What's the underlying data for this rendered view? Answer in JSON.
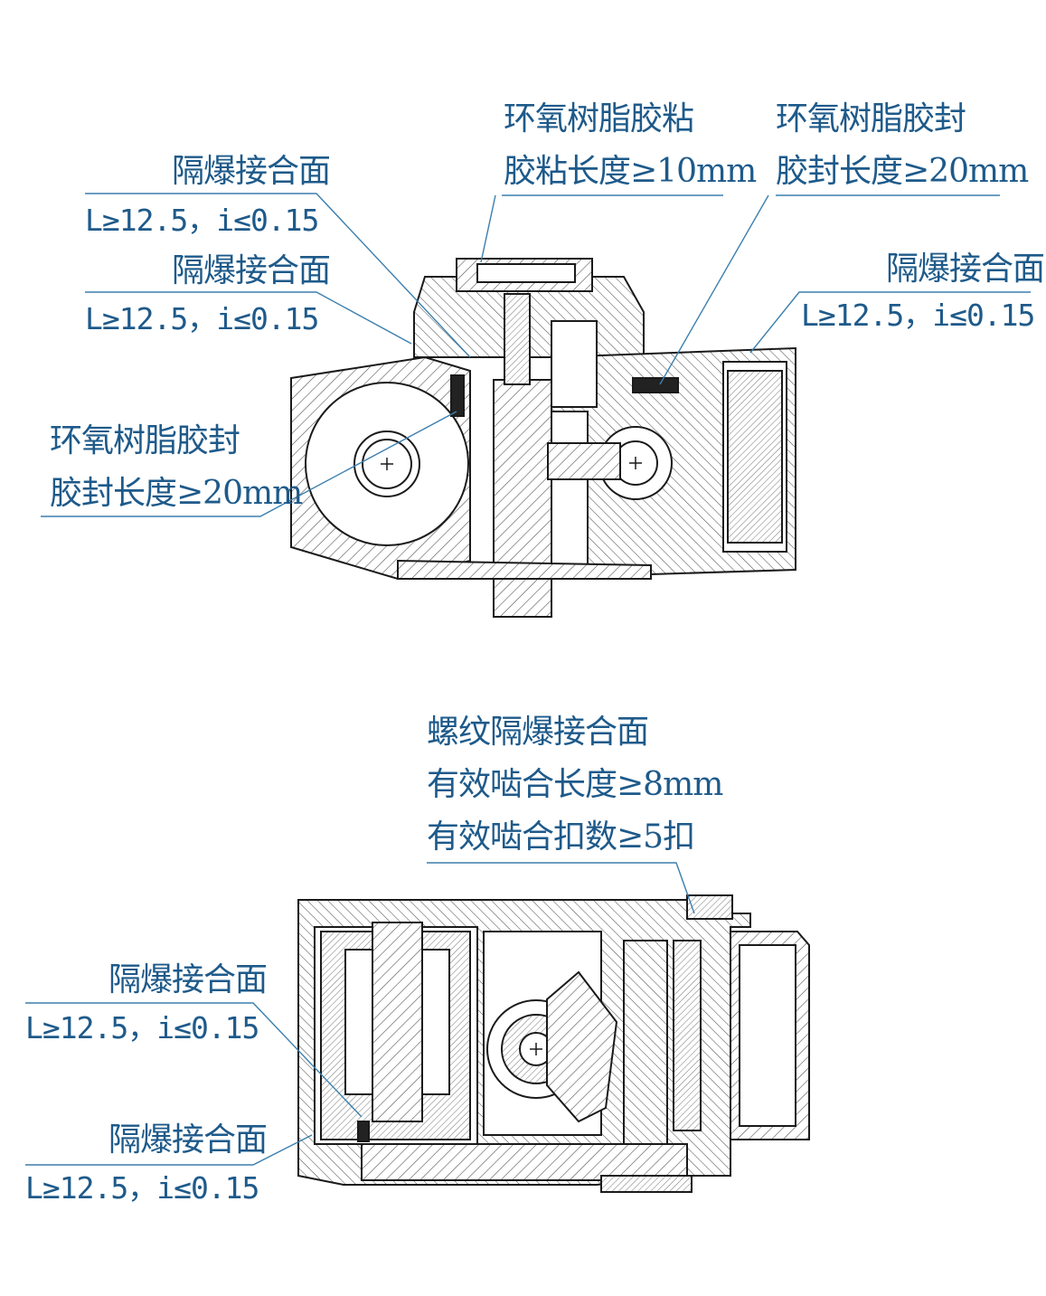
{
  "colors": {
    "label": "#1e5a8a",
    "leader": "#3b7fae",
    "drawing": "#1a1a1a",
    "hatch": "#555555",
    "dark_part": "#222222"
  },
  "top_view": {
    "labels": {
      "epoxy_bond_title": "环氧树脂胶粘",
      "epoxy_bond_len": "胶粘长度≥10mm",
      "epoxy_seal_title_right": "环氧树脂胶封",
      "epoxy_seal_len_right": "胶封长度≥20mm",
      "flame_joint_1_title": "隔爆接合面",
      "flame_joint_1_spec": "L≥12.5，i≤0.15",
      "flame_joint_2_title": "隔爆接合面",
      "flame_joint_2_spec": "L≥12.5，i≤0.15",
      "flame_joint_3_title": "隔爆接合面",
      "flame_joint_3_spec": "L≥12.5，i≤0.15",
      "epoxy_seal_title_left": "环氧树脂胶封",
      "epoxy_seal_len_left": "胶封长度≥20mm"
    }
  },
  "bottom_view": {
    "labels": {
      "thread_joint_title": "螺纹隔爆接合面",
      "thread_engage_len": "有效啮合长度≥8mm",
      "thread_engage_count": "有效啮合扣数≥5扣",
      "flame_joint_4_title": "隔爆接合面",
      "flame_joint_4_spec": "L≥12.5，i≤0.15",
      "flame_joint_5_title": "隔爆接合面",
      "flame_joint_5_spec": "L≥12.5，i≤0.15"
    }
  }
}
